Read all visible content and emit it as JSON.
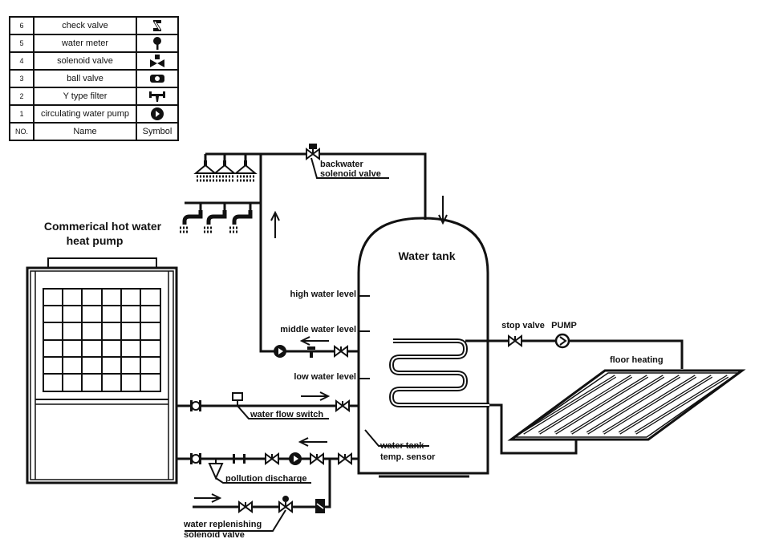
{
  "legend": {
    "header": {
      "no": "NO.",
      "name": "Name",
      "symbol": "Symbol"
    },
    "rows": [
      {
        "no": "6",
        "name": "check valve",
        "symbol": "check-valve-icon"
      },
      {
        "no": "5",
        "name": "water meter",
        "symbol": "water-meter-icon"
      },
      {
        "no": "4",
        "name": "solenoid valve",
        "symbol": "solenoid-valve-icon"
      },
      {
        "no": "3",
        "name": "ball valve",
        "symbol": "ball-valve-icon"
      },
      {
        "no": "2",
        "name": "Y type filter",
        "symbol": "y-filter-icon"
      },
      {
        "no": "1",
        "name": "circulating water pump",
        "symbol": "pump-icon"
      }
    ]
  },
  "labels": {
    "heat_pump_line1": "Commerical hot water",
    "heat_pump_line2": "heat pump",
    "water_tank": "Water tank",
    "high_level": "high water level",
    "middle_level": "middle water level",
    "low_level": "low water level",
    "backwater_line1": "backwater",
    "backwater_line2": "solenoid valve",
    "stop_valve": "stop valve",
    "pump": "PUMP",
    "floor_heating": "floor heating",
    "flow_switch": "water flow switch",
    "sensor_line1": "water tank",
    "sensor_line2": "temp. sensor",
    "pollution": "pollution discharge",
    "replenish_line1": "water replenishing",
    "replenish_line2": "solenoid valve"
  },
  "colors": {
    "ink": "#111111",
    "background": "#ffffff"
  }
}
